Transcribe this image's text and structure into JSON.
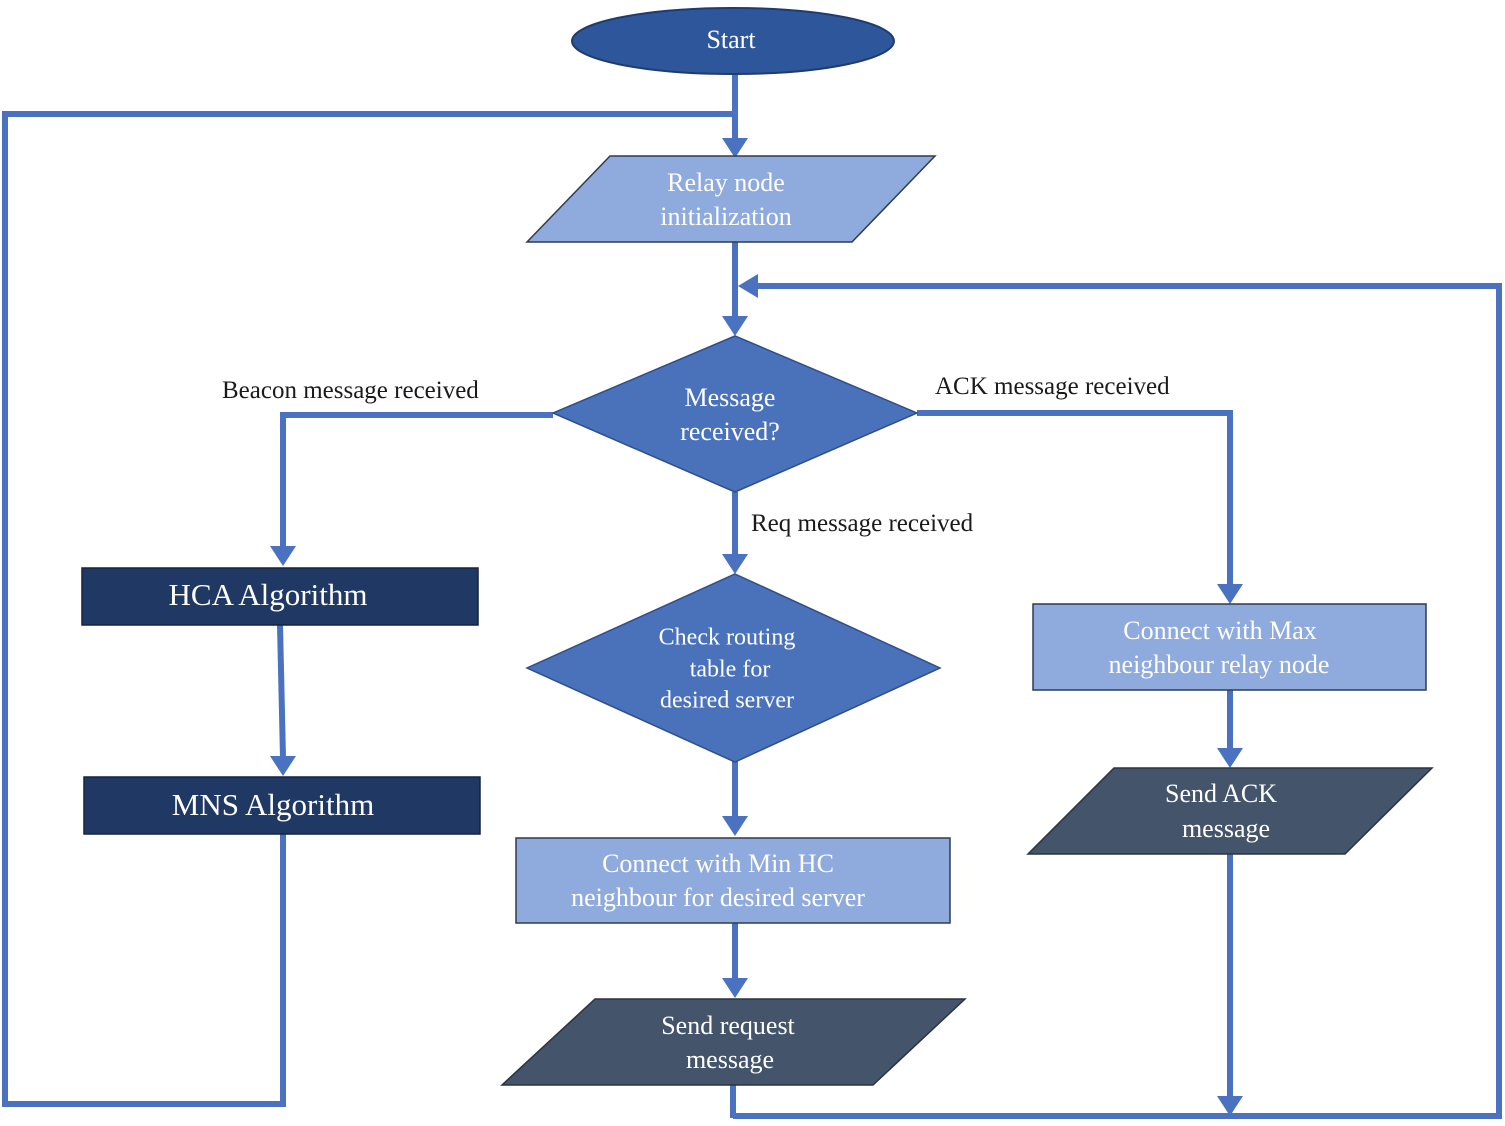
{
  "colors": {
    "connector": "#4a72c0",
    "start_fill": "#2e569a",
    "light_fill": "#8faadc",
    "mid_fill": "#4a72bb",
    "dark_fill": "#203864",
    "slate_fill": "#44546a",
    "text_light": "#ffffff"
  },
  "nodes": {
    "start": {
      "line1": "Start"
    },
    "relay_init": {
      "line1": "Relay node",
      "line2": "initialization"
    },
    "message_received": {
      "line1": "Message",
      "line2": "received?"
    },
    "hca": {
      "line1": "HCA Algorithm"
    },
    "mns": {
      "line1": "MNS Algorithm"
    },
    "check_routing": {
      "line1": "Check routing",
      "line2": "table for",
      "line3": "desired server"
    },
    "connect_min_hc": {
      "line1": "Connect with Min HC",
      "line2": "neighbour for desired server"
    },
    "send_request": {
      "line1": "Send request",
      "line2": "message"
    },
    "connect_max": {
      "line1": "Connect with Max",
      "line2": "neighbour relay node"
    },
    "send_ack": {
      "line1": "Send ACK",
      "line2": "message"
    }
  },
  "edge_labels": {
    "beacon": "Beacon message received",
    "ack": "ACK message received",
    "req": "Req message received"
  }
}
